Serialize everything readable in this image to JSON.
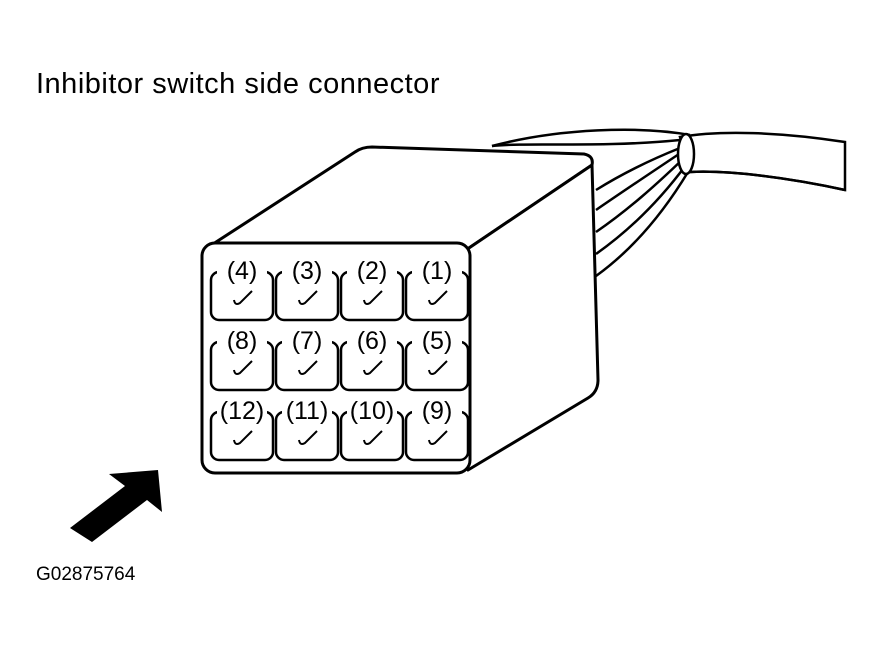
{
  "title": "Inhibitor switch side connector",
  "figure_code": "G02875764",
  "terminals": [
    {
      "label": "(4)"
    },
    {
      "label": "(3)"
    },
    {
      "label": "(2)"
    },
    {
      "label": "(1)"
    },
    {
      "label": "(8)"
    },
    {
      "label": "(7)"
    },
    {
      "label": "(6)"
    },
    {
      "label": "(5)"
    },
    {
      "label": "(12)"
    },
    {
      "label": "(11)"
    },
    {
      "label": "(10)"
    },
    {
      "label": "(9)"
    }
  ],
  "colors": {
    "line": "#000000",
    "background": "#ffffff"
  },
  "icons": {
    "arrow": "view-direction-arrow-icon"
  }
}
